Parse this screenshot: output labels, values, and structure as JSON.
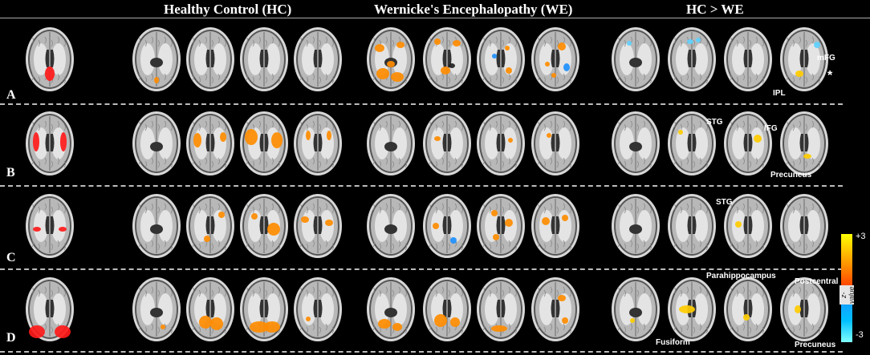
{
  "headers": {
    "hc": "Healthy Control (HC)",
    "we": "Wernicke's Encephalopathy (WE)",
    "diff": "HC > WE"
  },
  "rows": [
    "A",
    "B",
    "C",
    "D"
  ],
  "annotations": {
    "mfg": "mFG",
    "star": "*",
    "ipl": "IPL",
    "stg_b": "STG",
    "ifg": "IFG",
    "precuneus_b": "Precuneus",
    "stg_c": "STG",
    "parahippocampus": "Parahippocampus",
    "postcentral": "Postcentral",
    "fusiform": "Fusiform",
    "precuneus_d": "Precuneus"
  },
  "colorbar": {
    "max": "+3",
    "min": "-3",
    "label": "z-value",
    "colors": [
      "#ffff00",
      "#ff8c00",
      "#1e90ff",
      "#7fffff"
    ]
  }
}
